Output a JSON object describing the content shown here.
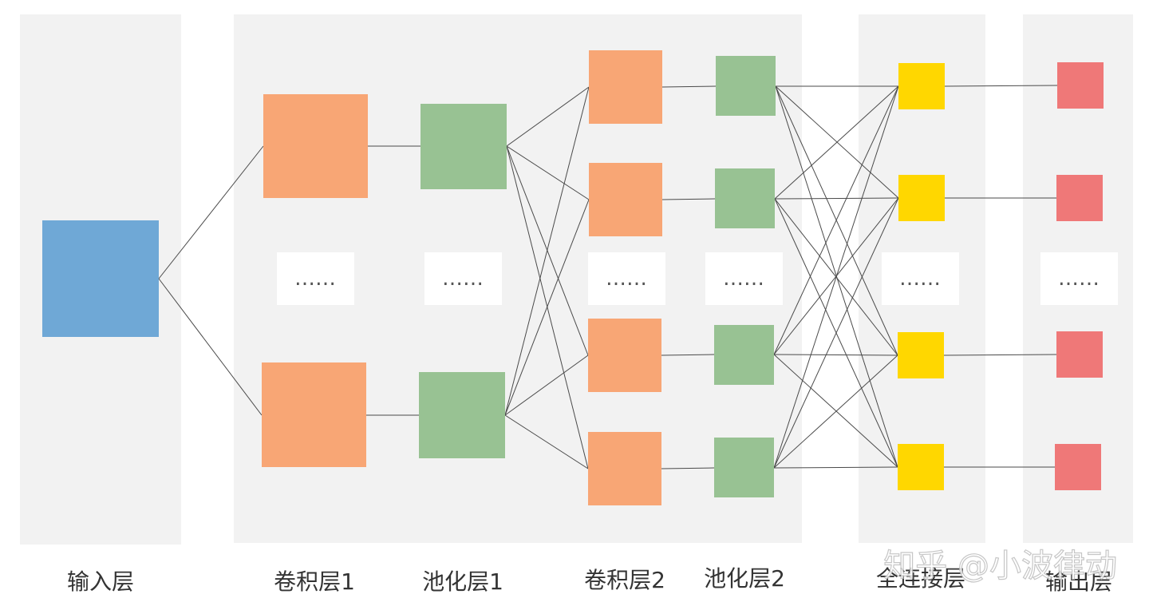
{
  "labels": {
    "input": "输入层",
    "conv1": "卷积层1",
    "pool1": "池化层1",
    "conv2": "卷积层2",
    "pool2": "池化层2",
    "fc": "全连接层",
    "output": "输出层"
  },
  "ellipsis": "……",
  "watermark": "知乎 @小波律动",
  "colors": {
    "input": "#6fa8d6",
    "conv": "#f8a675",
    "pool": "#98c293",
    "fc": "#ffd700",
    "output": "#ef7878",
    "panel": "#f2f2f2"
  }
}
